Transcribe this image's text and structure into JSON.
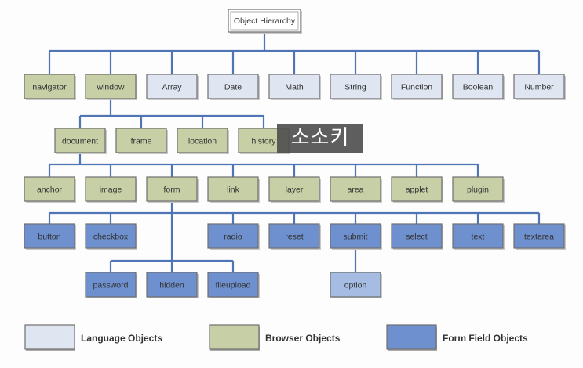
{
  "title": "Object Hierarchy",
  "colors": {
    "language": "#dfe6f2",
    "browser": "#c6cfa6",
    "form": "#6e90cf",
    "option": "#a6bce2",
    "line": "#4f75b6",
    "border": "#6f6f6f"
  },
  "rows": [
    {
      "nodes": [
        {
          "label": "navigator",
          "kind": "browser"
        },
        {
          "label": "window",
          "kind": "browser"
        },
        {
          "label": "Array",
          "kind": "language"
        },
        {
          "label": "Date",
          "kind": "language"
        },
        {
          "label": "Math",
          "kind": "language"
        },
        {
          "label": "String",
          "kind": "language"
        },
        {
          "label": "Function",
          "kind": "language"
        },
        {
          "label": "Boolean",
          "kind": "language"
        },
        {
          "label": "Number",
          "kind": "language"
        }
      ]
    },
    {
      "nodes": [
        {
          "label": "document",
          "kind": "browser"
        },
        {
          "label": "frame",
          "kind": "browser"
        },
        {
          "label": "location",
          "kind": "browser"
        },
        {
          "label": "history",
          "kind": "browser"
        }
      ]
    },
    {
      "nodes": [
        {
          "label": "anchor",
          "kind": "browser"
        },
        {
          "label": "image",
          "kind": "browser"
        },
        {
          "label": "form",
          "kind": "browser"
        },
        {
          "label": "link",
          "kind": "browser"
        },
        {
          "label": "layer",
          "kind": "browser"
        },
        {
          "label": "area",
          "kind": "browser"
        },
        {
          "label": "applet",
          "kind": "browser"
        },
        {
          "label": "plugin",
          "kind": "browser"
        }
      ]
    },
    {
      "nodes": [
        {
          "label": "button",
          "kind": "form"
        },
        {
          "label": "checkbox",
          "kind": "form"
        },
        {
          "label": "radio",
          "kind": "form"
        },
        {
          "label": "reset",
          "kind": "form"
        },
        {
          "label": "submit",
          "kind": "form"
        },
        {
          "label": "select",
          "kind": "form"
        },
        {
          "label": "text",
          "kind": "form"
        },
        {
          "label": "textarea",
          "kind": "form"
        }
      ]
    },
    {
      "nodes": [
        {
          "label": "password",
          "kind": "form"
        },
        {
          "label": "hidden",
          "kind": "form"
        },
        {
          "label": "fileupload",
          "kind": "form"
        },
        {
          "label": "option",
          "kind": "option"
        }
      ]
    }
  ],
  "legend": [
    {
      "label": "Language Objects",
      "kind": "language"
    },
    {
      "label": "Browser Objects",
      "kind": "browser"
    },
    {
      "label": "Form Field Objects",
      "kind": "form"
    }
  ],
  "watermark": "소소키"
}
